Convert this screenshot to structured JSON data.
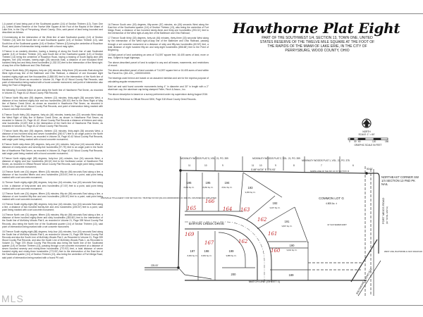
{
  "title": "Hawthorne Plat Eight",
  "subtitle": "PART OF THE SOUTHWEST 1/4, SECTION 13, TOWN ONE, UNITED STATES RESERVE OF THE TWELVE MILE SQUARE AT THE FOOT OF THE RAPIDS OF THE MIAMI OF LAKE ERIE, IN THE CITY OF PERRYSBURG, WOOD COUNTY, OHIO",
  "watermark": "MLS",
  "left_column": [
    "1.A parcel of land being part of the Southwest quarter (1/4) of Section Thirteen (13), Town One (1), United States Reserve of the Twelve Mile Square at the Foot of the Rapids of the Miami of Lake Erie, in the City of Perrysburg, Wood County, Ohio, said parcel of land being bounded and described as follows:",
    "2.Commencing at the intersection of the West line of said Southwest quarter (1/4) of Section Thirteen (13) with the South line of said Southwest quarter (1/4) of Section Thirteen (13), said South line of the Southwest quarter (1/4) of Section Thirteen (13) being the centerline of Roachton Road, said point of intersection being marked with a found mag spike;",
    "3.Thence in an easterly direction, having a bearing of along the South line of said Southwest quarter (1/4) of Section Thirteen (13), said South line of the Southwest quarter (1/4) of Section Thirteen (13) being the centerline of Roachton Road, having a bearing of South eighty-nine (89) degrees, five (05) minutes, twenty-eight (28) seconds East, a distance of one thousand three hundred thirty-two and thirty-three hundredths (1,332.33') feet to the intersection of the West right-of-way line of the Baltimore and Ohio Railroad;",
    "4.Thence North thirty (30) degrees, forty-six (46) minutes, thirty-three (33) seconds East along the West right-of-way line of the Baltimore and Ohio Railroad, a distance of one thousand eight hundred eighty-eight and five thousandths (1,888.05') feet to the intersection of the North line of Hawthorne Plat Seven as recorded in Volume 24, Page 40-42 Wood County Plat Records, said point of intersection being marked with a found concrete monument, said point of intersection also being the Point of Beginning;",
    "the following 3 courses follow on and along the North line of Hawthorne Plat Seven, as recorded in Volume 24, Page 40-42 Wood County Plat Records;",
    "5.Thence North fifty-nine (59) degrees, thirteen (13) minutes, thirty-eight (38) seconds West, a distance of two hundred eighty-four and two hundredths (280.63') feet to the West Right of Way line of Barton Creek Drive, as shown as recorded in Hawthorne Plat Seven, as recorded in Volume 24, Page 40-42, Wood County Plat Records, and point of intersection being marked with a found concrete monument;",
    "6.Thence South thirty (30) degrees, forty-six (46) minutes, twenty-two (22) seconds West along the West Right of Way line of Barton Creek Drive, as shown in Hawthorne Plat Seven, as recorded in Volume 24, Page 40-42, Wood County Plat Records a distance of thirteen and sixty-nine hundredths (13.69') feet to the intersection of the North line of Hawthorne Plat Seven, as recorded in Volume 24, Page 40-42 Wood County Plat Records;",
    "7.Thence North fifty-nine (59) degrees, thirteen (13) minutes, thirty-eight (38) seconds West, a distance of two hundred sixty and seven hundredths (260.07') feet to an angle point in the North line of Hawthorne Plat Seven, as recorded in Volume 24, Page 40-42 Wood County Plat Records, said angle point being marked with a found concrete monument;",
    "8.Thence North sixty-three (63) degrees, forty-one (41) minutes, forty-four (44) seconds West, a distance of ninety-seven and seventy-five hundredths (97.75') feet to an angle point in the North line of Hawthorne Plat Seven, as recorded in Volume 24, Page 40-42 Wood County Plat Records, said angle point being marked with a found concrete monument;",
    "9.Thence North eighty-eight (88) degrees, forty-four (44) minutes, four (04) seconds West, a distance of eighty and four hundredths (80.04') feet to the Northeast corner of Hawthorne Plat Seven, as recorded in Official Record Wood County Plat Records, said angle point being marked with a found concrete monument;",
    "10.Thence North one (01) degree, fifteen (15) minutes, fifty-six (56) seconds East along a line, a distance of two hundred fifteen and zero hundredths (215.00') feet to a point, said point being marked with a set concrete monument;",
    "11.Thence South eighty-eight (88) degrees, forty-four (44) minutes, four (04) seconds East along a line, a distance of forty-seven and zero hundredths (47.00') feet to a point, said point being marked with a set concrete monument;",
    "12.Thence North one (01) degree, fifteen (15) minutes, fifty-six (56) seconds East along a line, a distance of one hundred fifty-five and zero hundredths (155.00') feet to a point, said point being marked with a set concrete monument;",
    "13.Thence South eighty-eight (88) degrees, forty-four (44) minutes, four (04) seconds East along a line, a distance of two hundred twenty-five and zero hundredths (225.00') feet to a point, said point being marked with a set concrete monument;",
    "14.Thence North one (01) degree, fifteen (15) minutes, fifty-six (56) seconds East along a line, a distance of three hundred eighty-three and sixty hundredths (383.60') feet to the intersection of the South line of McKinley Woods Plat 5, as recorded in Volume 21, Page 399 Wood County Plat Records, also being the North line of the Southwest quarter (1/4) of Section Thirteen (13), said point of intersection being marked with a set concrete monument;",
    "15.Thence South eighty-eight (88) degrees, forty-four (44) minutes, four (04) seconds East along the South line of McKinley Woods Plat 5, as recorded in Volume 21, Page 399 Wood County Plat Records and also the South Line of McKinley Woods Plat 2, as Recorded in Volume 21, Page 399 Wood County Plat Records, and also the South Line of McKinley Woods Plats 1, as Recorded in Volume 21, Page 375 Wood County Plat Records also being the North line of the Southwest quarter (1/4) of Section Thirteen (13), passing through a set concrete monument at a distance of seven hundred seventy and ninety-three hundredths (770.93') feet, a total distance of seven hundred eighty and ninety-three hundredths (770.93') feet to the intersection of the East line of the Southwest quarter (1/4) of Section Thirteen (13), also being the centerline of Fort Meigs Road, said point of intersection being marked with a found PK nail;"
  ],
  "middle_column": [
    "16.Thence South zero (00) degrees, fifty-seven (57) minutes, six (06) seconds West along the East line of the Southwest quarter (1/4) of Section Thirteen (13), also being the centerline of Fort Meigs Road, a distance of two hundred ninety-three and thirty-one hundredths (293.31') feet to the intersection of the West right-of-way line of the Baltimore and Ohio Railroad;",
    "17.Thence South thirty (30) degrees, forty-six (46) minutes, thirty-three (33) seconds West along by the intersection of the West right-of-way line of the Baltimore and Ohio Railroad, passing through a set concrete monument at a distance of sixty and fifty-two hundredths (60.52') feet, a total distance of eight hundred fifty-six and sixty-eight hundredths (856.68') feet to the Point of Beginning.",
    "18.Said parcel of land containing an area of 714,597 square feet, 16.405 acres of land, more or less. Subject to legal highways.",
    "The above-described parcel of land is subject to any and all leases, easements, and restrictions of record.",
    "The above-described parcel of land consists of 714,597 square feet or 16.405 acres of land within Tax Parcel No. Q61-100-_130000040000.",
    "The bearings used hereon are based on an assumed meridian and are for the express purpose of calculating angular measurement.",
    "Said set and said found concrete monuments being 4\" in diameter and 30\" in length with a 2\" aluminum cap, the aluminum cap being stamped Feller, Finch & Assoc., Inc.",
    "The above description is based on a survey performed under my supervision during August 2016.",
    "Prior Deed Reference is Official Record 3306, Page 318 Wood County Deed Records."
  ],
  "north_arrow": {
    "label": "NORTH",
    "scale": "SCALE: 1\" = 60'",
    "scale_ticks": [
      "0",
      "30",
      "60",
      "120",
      "180"
    ],
    "graphic_scale": "GRAPHIC SCALE IN FEET"
  },
  "plat": {
    "mckinley_woods_left": "MCKINLEY WOODS PLAT 5, VOL. 21, PG. 399",
    "mckinley_woods_mid": "MCKINLEY WOODS PLAT 2, VOL. 21, PG. 399",
    "mckinley_woods_right": "MCKINLEY WOODS PLAT 1, VOL. 21, PG. 375",
    "mckinley_lots": [
      "11",
      "10",
      "9",
      "11",
      "10",
      "9",
      "8",
      "7",
      "6"
    ],
    "north_line_bearing": "S 88°44'24\" E 770.93'",
    "north_line_label": "NORTH LINE OF THE SW 1/4 OF SECTION 13",
    "northeast_corner": "NORTHEAST CORNER SW 1/4 SECTION 13 FND PK NAIL",
    "dim_50": "50.00'",
    "title_agency": "LOUISVILLE TITLE AGENCY FOR NW OHIO INC. TRUSTEE TAX ID# Q61-100-130000040000 O.R. 3306 PG. 318 ZONED R-3 UNPLATTED",
    "street": "BARTON CREEK DRIVE",
    "common_lot": "COMMON LOT G",
    "common_lot_area": "4.805 Ac. ±",
    "road": "FORT MEIGS ROAD",
    "road_sub": "(60' TOTAL WIDTH)",
    "railroad": "BALTIMORE & OHIO R.R.",
    "railroad_west_line": "WEST LINE, BALTIMORE & OHIO RAILROAD",
    "sewer_easement": "10' SAN SEWER ESMT",
    "match_line": "MATCH LINE (SHEET 1)",
    "dim_225": "225.00'",
    "lots": [
      {
        "number": "196",
        "area": "8,250 Sq. Ft."
      },
      {
        "number": "195",
        "area": "8,250 Sq. Ft."
      },
      {
        "number": "194",
        "area": "8,514 Sq. Ft."
      },
      {
        "number": "193",
        "area": "9,255 Sq. Ft."
      },
      {
        "number": "192",
        "area": "9,207 Sq. Ft."
      },
      {
        "number": "191",
        "area": "9,807 Sq. Ft."
      },
      {
        "number": "190",
        "area": "9,402 Sq. Ft."
      },
      {
        "number": "189",
        "area": ""
      },
      {
        "number": "197",
        "area": "8,250 Sq. Ft."
      },
      {
        "number": "198",
        "area": "8,250 Sq. Ft."
      },
      {
        "number": "199",
        "area": "9,885 Sq. Ft."
      },
      {
        "number": "200",
        "area": ""
      }
    ],
    "handwritten": [
      "165",
      "166",
      "164",
      "163",
      "162",
      "161",
      "160",
      "169",
      "167",
      "162"
    ]
  },
  "colors": {
    "ink": "#222222",
    "handwritten": "#c0282a",
    "rule": "#888888"
  }
}
